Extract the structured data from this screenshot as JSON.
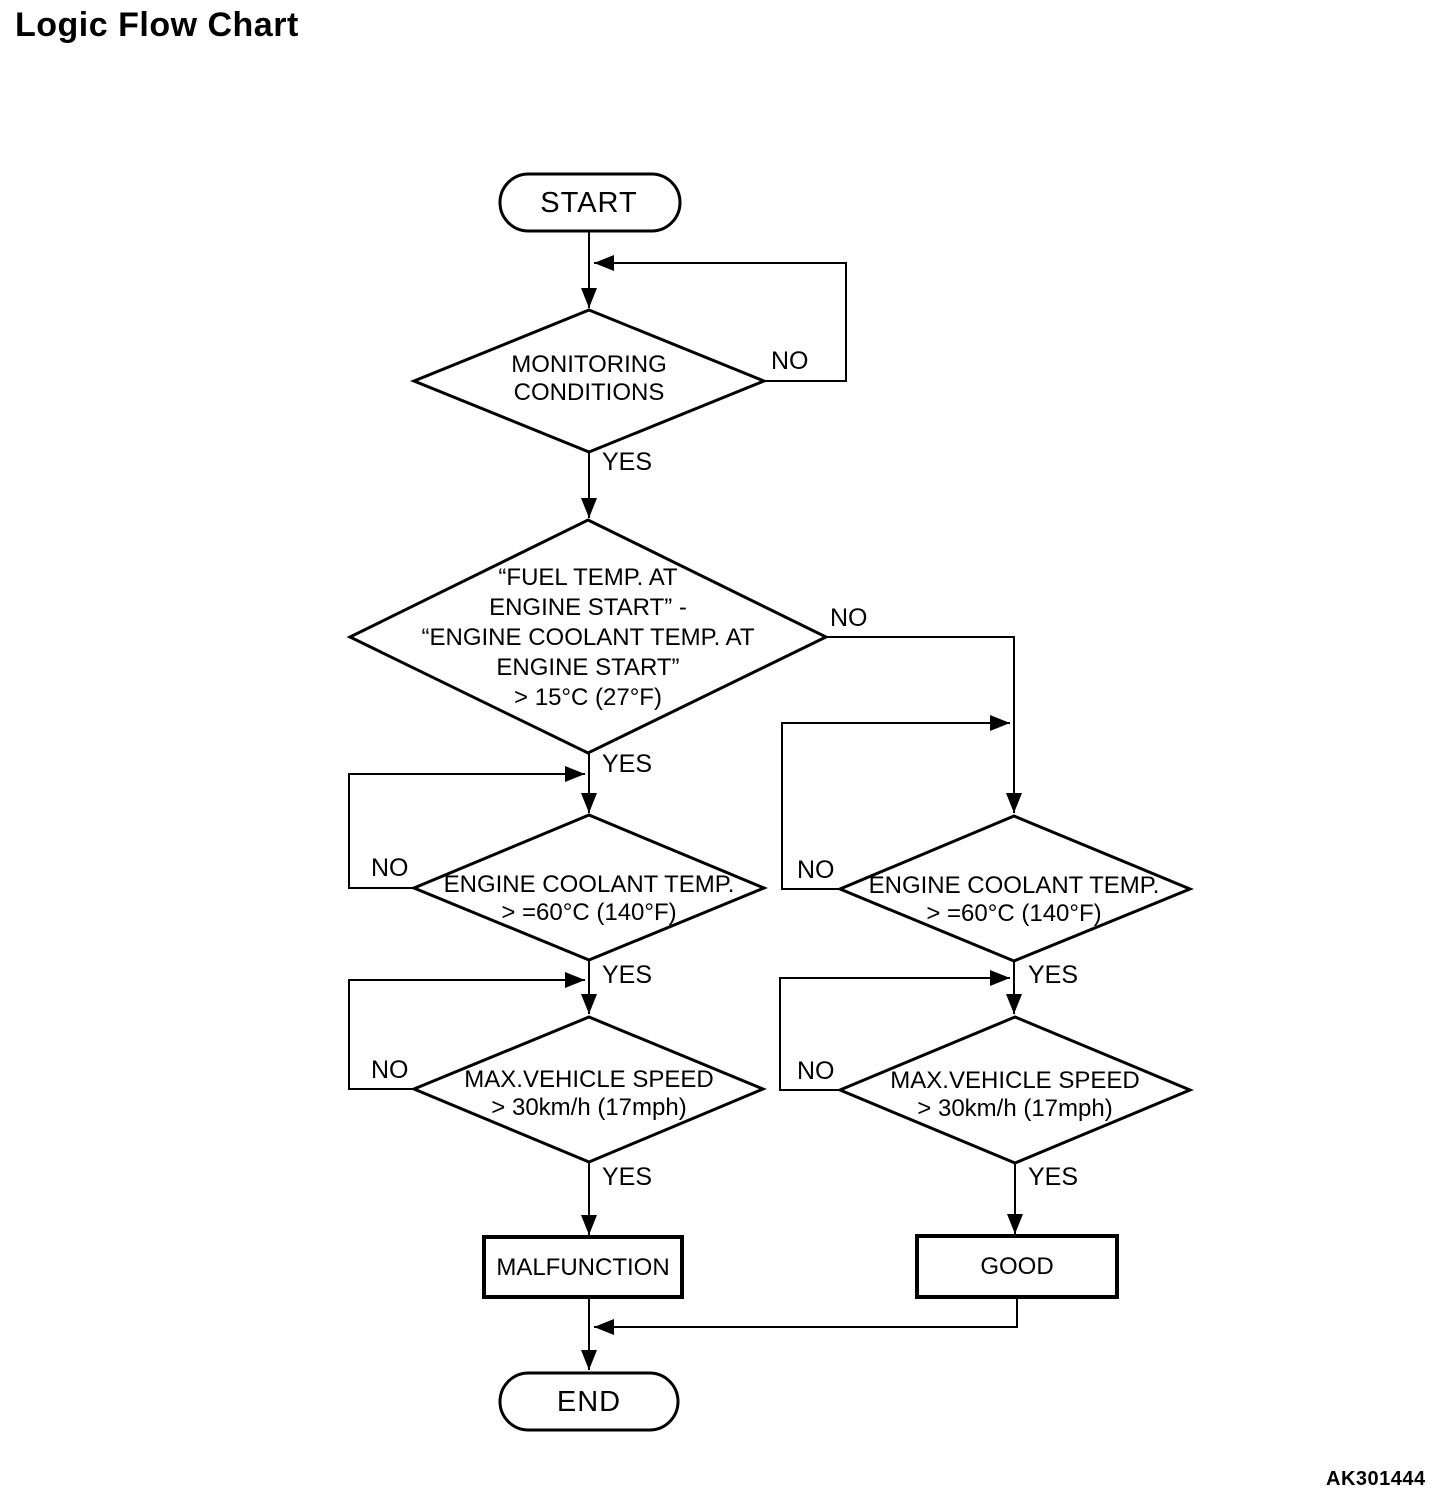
{
  "page": {
    "title": "Logic Flow Chart",
    "figure_code": "AK301444"
  },
  "colors": {
    "line": "#000000",
    "text": "#000000",
    "background": "#ffffff"
  },
  "flowchart": {
    "start": {
      "label": "START"
    },
    "monitoring": {
      "lines": [
        "MONITORING",
        "CONDITIONS"
      ]
    },
    "fuel_temp_delta": {
      "lines": [
        "“FUEL TEMP. AT",
        "ENGINE START” -",
        "“ENGINE COOLANT TEMP. AT",
        "ENGINE START”",
        "> 15°C (27°F)"
      ]
    },
    "coolant_left": {
      "lines": [
        "ENGINE COOLANT TEMP.",
        "> =60°C (140°F)"
      ]
    },
    "speed_left": {
      "lines": [
        "MAX.VEHICLE SPEED",
        "> 30km/h (17mph)"
      ]
    },
    "coolant_right": {
      "lines": [
        "ENGINE COOLANT TEMP.",
        "> =60°C (140°F)"
      ]
    },
    "speed_right": {
      "lines": [
        "MAX.VEHICLE SPEED",
        "> 30km/h (17mph)"
      ]
    },
    "malfunction": {
      "label": "MALFUNCTION"
    },
    "good": {
      "label": "GOOD"
    },
    "end": {
      "label": "END"
    },
    "edge_labels": {
      "monitoring_no": "NO",
      "monitoring_yes": "YES",
      "fuel_temp_delta_no": "NO",
      "fuel_temp_delta_yes": "YES",
      "coolant_left_no": "NO",
      "coolant_left_yes": "YES",
      "speed_left_no": "NO",
      "speed_left_yes": "YES",
      "coolant_right_no": "NO",
      "coolant_right_yes": "YES",
      "speed_right_no": "NO",
      "speed_right_yes": "YES"
    }
  }
}
